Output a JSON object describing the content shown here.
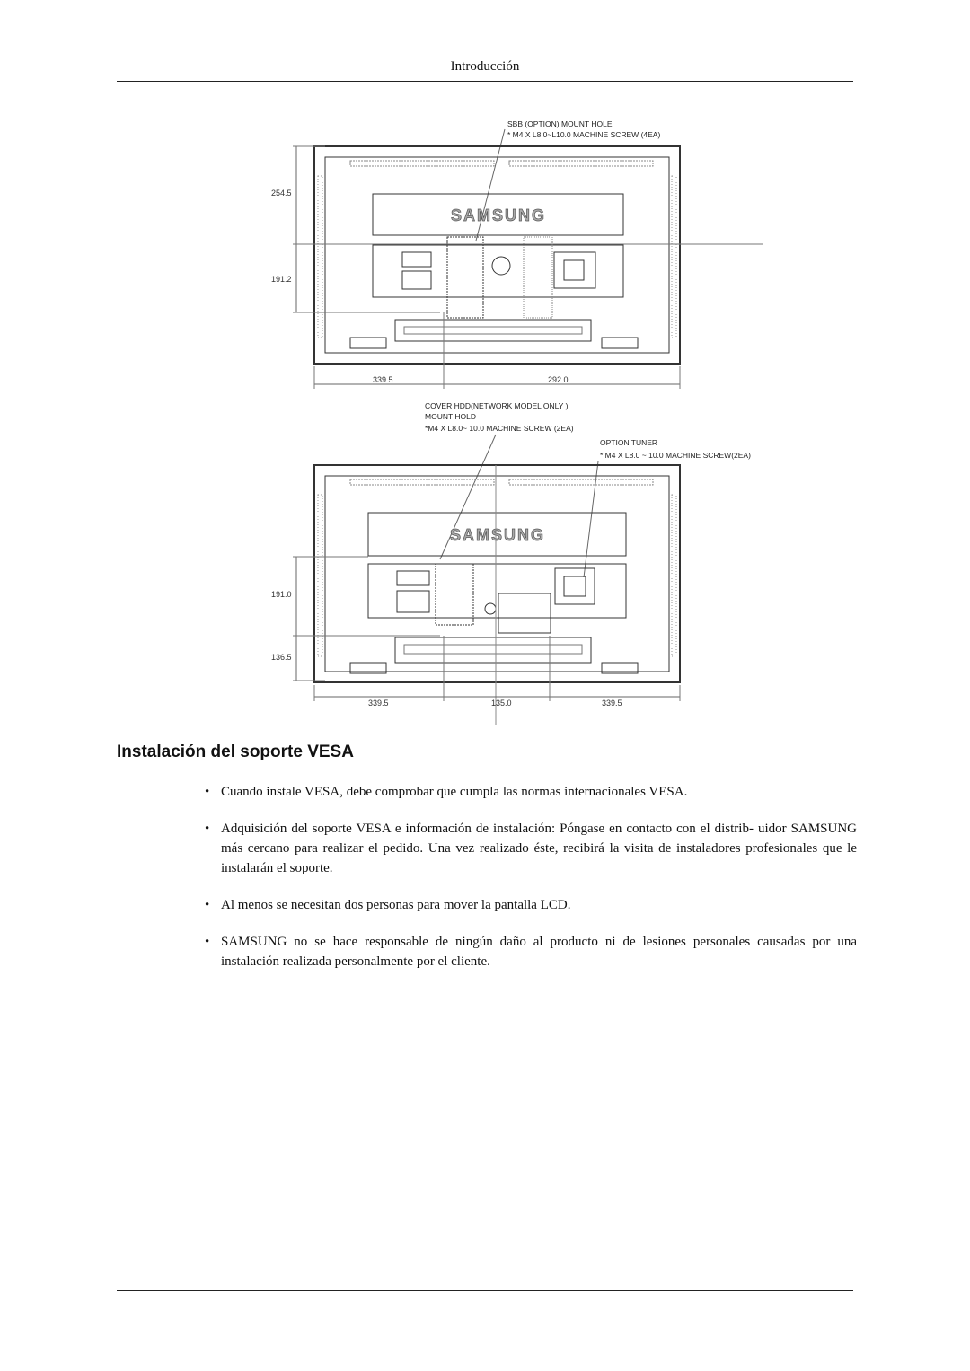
{
  "header": {
    "title": "Introducción"
  },
  "figure": {
    "top_diagram": {
      "callout_line1": "SBB (OPTION) MOUNT HOLE",
      "callout_line2": "* M4 X L8.0~L10.0 MACHINE SCREW (4EA)",
      "dim_left_upper": "254.5",
      "dim_left_lower": "191.2",
      "dim_bottom_left": "339.5",
      "dim_bottom_right": "292.0",
      "logo": "SAMSUNG"
    },
    "bottom_diagram": {
      "callout_a_line1": "COVER HDD(NETWORK MODEL ONLY )",
      "callout_a_line2": "MOUNT HOLD",
      "callout_a_line3": "*M4 X L8.0~ 10.0 MACHINE SCREW (2EA)",
      "callout_b_line1": "OPTION TUNER",
      "callout_b_line2": "* M4 X L8.0 ~ 10.0 MACHINE SCREW(2EA)",
      "dim_left_upper": "191.0",
      "dim_left_lower": "136.5",
      "dim_bottom_left": "339.5",
      "dim_bottom_mid": "135.0",
      "dim_bottom_right": "339.5",
      "logo": "SAMSUNG"
    }
  },
  "section": {
    "heading": "Instalación del soporte VESA",
    "bullet_char": "•",
    "bullets": [
      "Cuando instale VESA, debe comprobar que cumpla las normas internacionales VESA.",
      "Adquisición del soporte VESA e información de instalación: Póngase en contacto con el distrib- uidor SAMSUNG más cercano para realizar el pedido. Una vez realizado éste, recibirá la visita de instaladores profesionales que le instalarán el soporte.",
      "Al menos se necesitan dos personas para mover la pantalla LCD.",
      "SAMSUNG no se hace responsable de ningún daño al producto ni de lesiones personales causadas por una instalación realizada personalmente por el cliente."
    ]
  }
}
